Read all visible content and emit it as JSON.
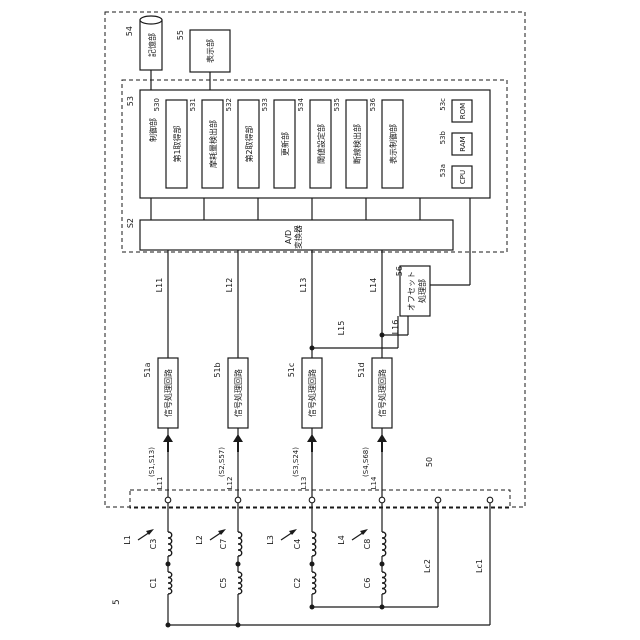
{
  "figure_label": "5",
  "s54": {
    "ref": "54",
    "label": "記憶部"
  },
  "s55": {
    "ref": "55",
    "label": "表示部"
  },
  "s53": {
    "ref": "53",
    "label": "制御部"
  },
  "units": [
    {
      "ref": "530",
      "label": "第1取得部"
    },
    {
      "ref": "531",
      "label": "摩耗量検出部"
    },
    {
      "ref": "532",
      "label": "第2取得部"
    },
    {
      "ref": "533",
      "label": "更新部"
    },
    {
      "ref": "534",
      "label": "閾値設定部"
    },
    {
      "ref": "535",
      "label": "断線検出部"
    },
    {
      "ref": "536",
      "label": "表示制御部"
    }
  ],
  "chips": [
    {
      "ref": "53c",
      "label": "ROM"
    },
    {
      "ref": "53b",
      "label": "RAM"
    },
    {
      "ref": "53a",
      "label": "CPU"
    }
  ],
  "s52": {
    "ref": "S2",
    "line1": "A/D",
    "line2": "変換器"
  },
  "s56": {
    "ref": "56",
    "line1": "オフセット",
    "line2": "処理部"
  },
  "s50": {
    "ref": "50"
  },
  "line_labels": [
    "L11",
    "L12",
    "L13",
    "L14",
    "L15",
    "L16"
  ],
  "sig_blocks": [
    {
      "ref": "51a",
      "label": "信号処理回路",
      "signal": "(S1,S13)",
      "line": "L11"
    },
    {
      "ref": "51b",
      "label": "信号処理回路",
      "signal": "(S2,S57)",
      "line": "L12"
    },
    {
      "ref": "51c",
      "label": "信号処理回路",
      "signal": "(S3,S24)",
      "line": "L13"
    },
    {
      "ref": "51d",
      "label": "信号処理回路",
      "signal": "(S4,S68)",
      "line": "L14"
    }
  ],
  "leads": [
    "L1",
    "L2",
    "L3",
    "L4"
  ],
  "coils_top": [
    "C3",
    "C7",
    "C4",
    "C8"
  ],
  "coils_bottom": [
    "C1",
    "C5",
    "C2",
    "C6"
  ],
  "lc": [
    "Lc2",
    "Lc1"
  ]
}
